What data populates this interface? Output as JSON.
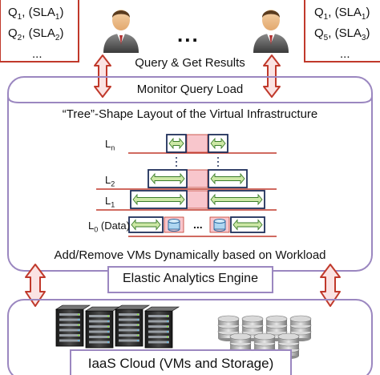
{
  "user_left": {
    "line1_main": "Q",
    "line1_sub": "1",
    "line1_paren": ", (SLA",
    "line1_sub2": "1",
    "line1_close": ")",
    "line2_main": "Q",
    "line2_sub": "2",
    "line2_paren": ", (SLA",
    "line2_sub2": "2",
    "line2_close": ")",
    "more": "..."
  },
  "user_right": {
    "line1_main": "Q",
    "line1_sub": "1",
    "line1_paren": ", (SLA",
    "line1_sub2": "1",
    "line1_close": ")",
    "line2_main": "Q",
    "line2_sub": "5",
    "line2_paren": ", (SLA",
    "line2_sub2": "3",
    "line2_close": ")",
    "more": "..."
  },
  "between_users": "...",
  "labels": {
    "query_results": "Query & Get Results",
    "monitor": "Monitor Query Load",
    "tree_title": "“Tree”-Shape Layout of the Virtual Infrastructure",
    "add_remove": "Add/Remove VMs Dynamically based on Workload",
    "engine": "Elastic Analytics Engine",
    "cloud": "IaaS Cloud (VMs and Storage)"
  },
  "levels": {
    "ln_main": "L",
    "ln_sub": "n",
    "l2_main": "L",
    "l2_sub": "2",
    "l1_main": "L",
    "l1_sub": "1",
    "l0_main": "L",
    "l0_sub": "0",
    "l0_suffix": " (Data)",
    "dots_between": "...",
    "vdots": "⋮"
  },
  "colors": {
    "panel_border": "#9b87c0",
    "user_box_border": "#c0392b",
    "level_line": "#c0392b",
    "vm_box_border": "#1f2f5a",
    "arrow_fill": "#cde8a6",
    "arrow_stroke": "#3a7d2a",
    "pink_block": "#f8c6cc",
    "db_fill": "#aed6f1"
  },
  "icons": [
    "user-icon",
    "server-rack-icon",
    "database-stack-icon",
    "bidirectional-arrow-icon"
  ]
}
